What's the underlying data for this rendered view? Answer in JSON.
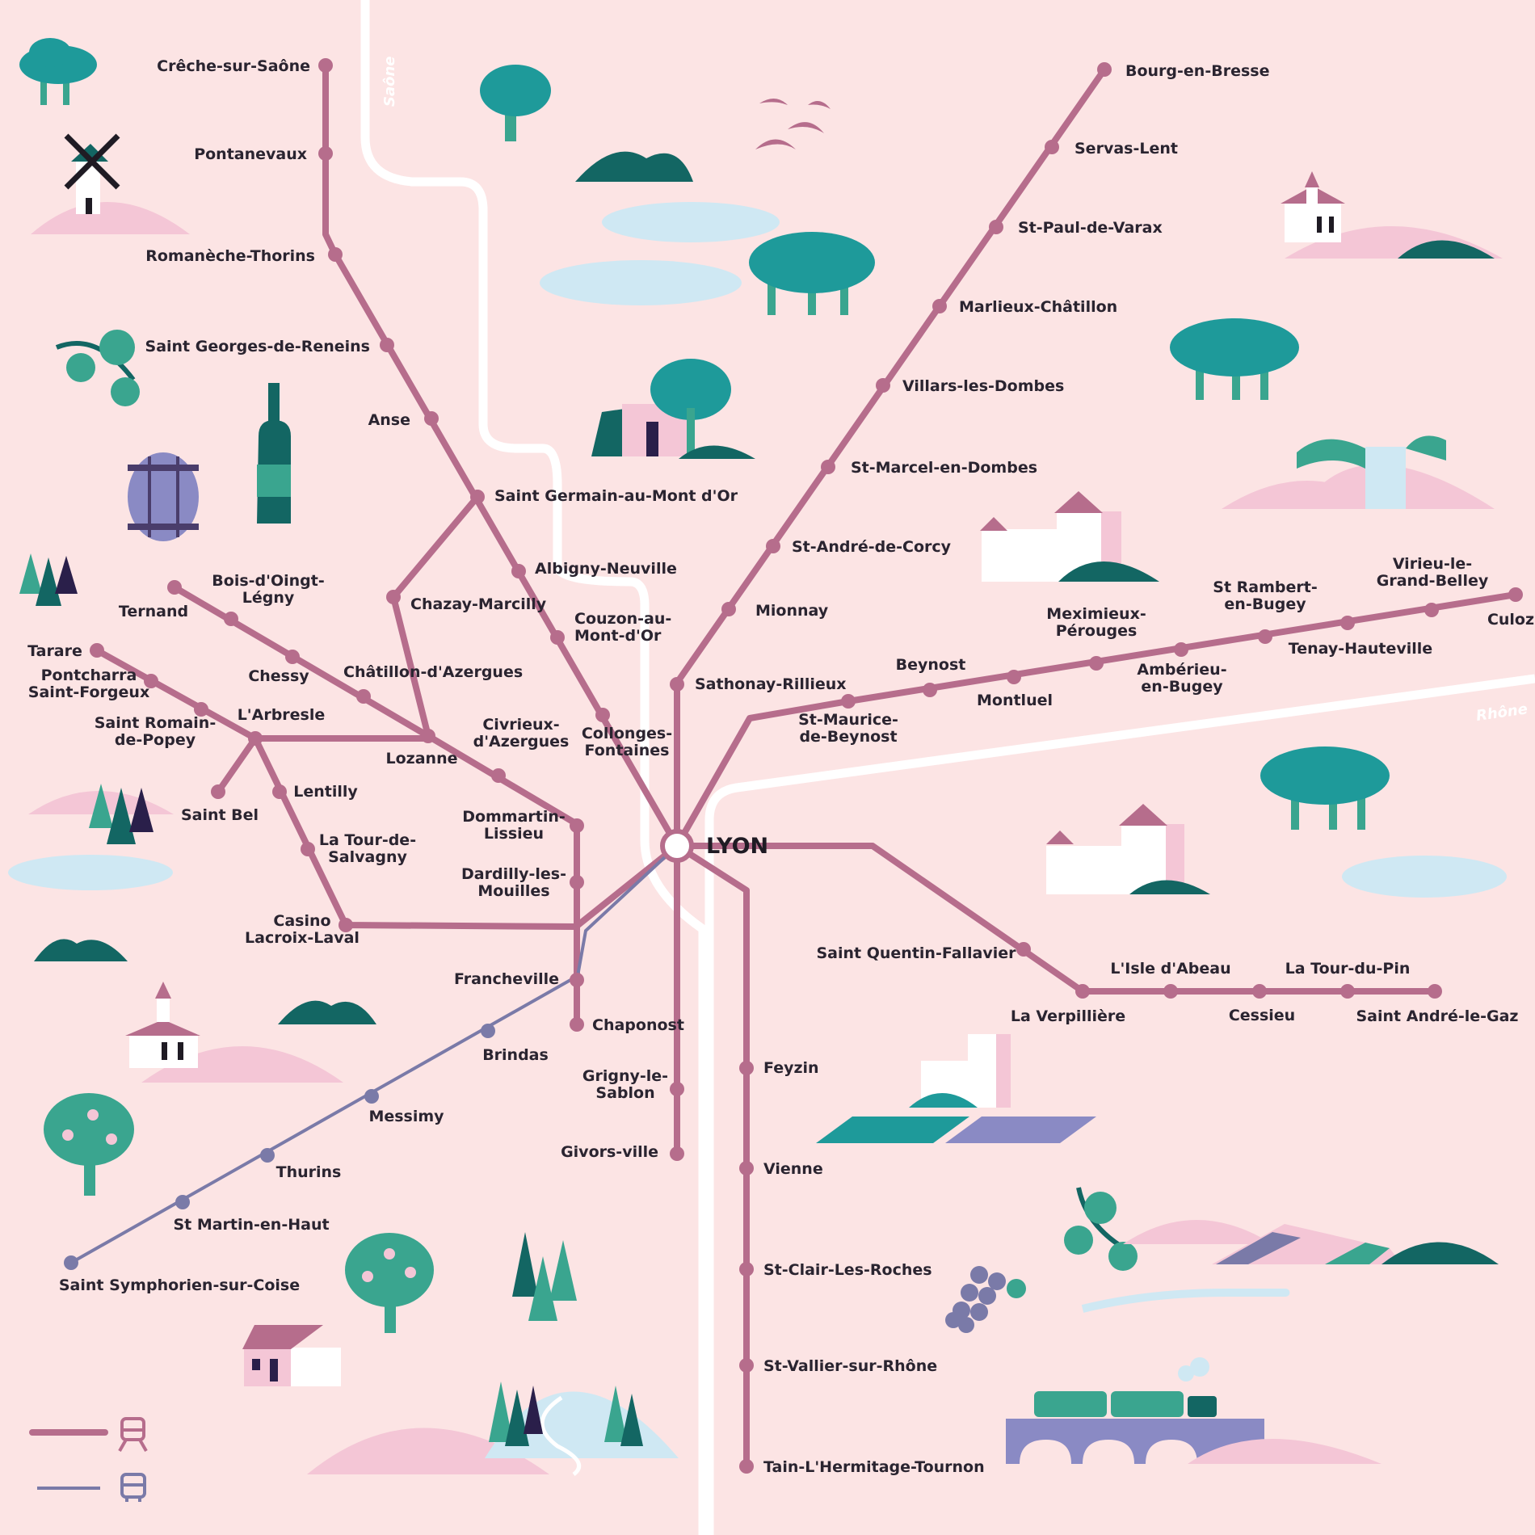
{
  "colors": {
    "background": "#fce4e4",
    "rail": "#b66d8c",
    "bus": "#7a7aa8",
    "river": "#ffffff",
    "teal": "#1e9a9a",
    "dark_green": "#136663",
    "pink_hill": "#f4c6d6",
    "water": "#cfe8f3"
  },
  "rivers": {
    "saone": "Saône",
    "rhone": "Rhône"
  },
  "hub": "LYON",
  "legend": {
    "rail_icon": "train-icon",
    "bus_icon": "bus-icon"
  },
  "stations": {
    "creche": "Crêche-sur-Saône",
    "pontanevaux": "Pontanevaux",
    "romaneche": "Romanèche-Thorins",
    "st_georges": "Saint Georges-de-Reneins",
    "anse": "Anse",
    "st_germain": "Saint Germain-au-Mont d'Or",
    "albigny": "Albigny-Neuville",
    "couzon": "Couzon-au-\nMont-d'Or",
    "collonges": "Collonges-\nFontaines",
    "chazay": "Chazay-Marcilly",
    "chatillon": "Châtillon-d'Azergues",
    "lozanne": "Lozanne",
    "civrieux": "Civrieux-\nd'Azergues",
    "dommartin": "Dommartin-\nLissieu",
    "dardilly": "Dardilly-les-\nMouilles",
    "ternand": "Ternand",
    "bois_doingt": "Bois-d'Oingt-\nLégny",
    "chessy": "Chessy",
    "tarare": "Tarare",
    "pontcharra": "Pontcharra\nSaint-Forgeux",
    "st_romain": "Saint Romain-\nde-Popey",
    "larbresle": "L'Arbresle",
    "saint_bel": "Saint Bel",
    "lentilly": "Lentilly",
    "la_tour_salvagny": "La Tour-de-\nSalvagny",
    "casino": "Casino\nLacroix-Laval",
    "francheville": "Francheville",
    "chaponost": "Chaponost",
    "brindas": "Brindas",
    "messimy": "Messimy",
    "thurins": "Thurins",
    "st_martin": "St Martin-en-Haut",
    "st_symphorien": "Saint Symphorien-sur-Coise",
    "grigny": "Grigny-le-\nSablon",
    "givors": "Givors-ville",
    "feyzin": "Feyzin",
    "vienne": "Vienne",
    "st_clair": "St-Clair-Les-Roches",
    "st_vallier": "St-Vallier-sur-Rhône",
    "tain": "Tain-L'Hermitage-Tournon",
    "sathonay": "Sathonay-Rillieux",
    "mionnay": "Mionnay",
    "st_andre_corcy": "St-André-de-Corcy",
    "st_marcel": "St-Marcel-en-Dombes",
    "villars": "Villars-les-Dombes",
    "marlieux": "Marlieux-Châtillon",
    "st_paul": "St-Paul-de-Varax",
    "servas": "Servas-Lent",
    "bourg": "Bourg-en-Bresse",
    "st_maurice": "St-Maurice-\nde-Beynost",
    "beynost": "Beynost",
    "montluel": "Montluel",
    "meximieux": "Meximieux-\nPérouges",
    "amberieu": "Ambérieu-\nen-Bugey",
    "st_rambert": "St Rambert-\nen-Bugey",
    "tenay": "Tenay-Hauteville",
    "virieu": "Virieu-le-\nGrand-Belley",
    "culoz": "Culoz",
    "st_quentin": "Saint Quentin-Fallavier",
    "la_verpilliere": "La Verpillière",
    "lisle": "L'Isle d'Abeau",
    "cessieu": "Cessieu",
    "la_tour_du_pin": "La Tour-du-Pin",
    "st_andre_gaz": "Saint André-le-Gaz"
  }
}
